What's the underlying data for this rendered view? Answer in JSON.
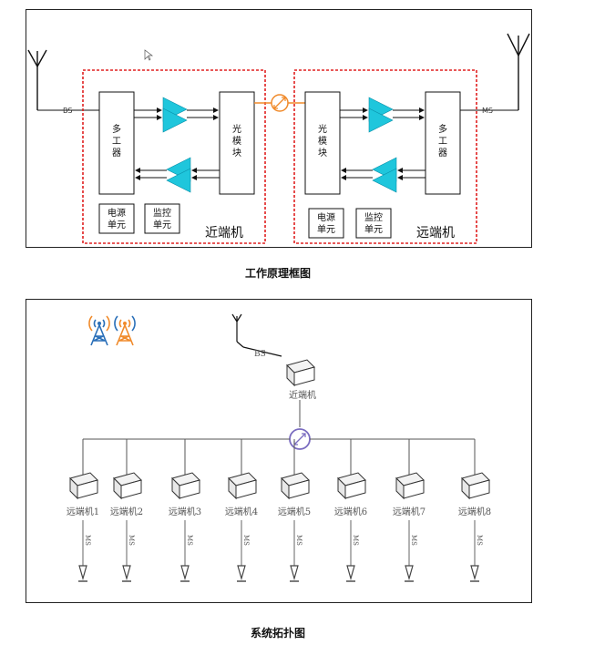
{
  "diagram1": {
    "caption": "工作原理框图",
    "bs_label": "BS",
    "ms_label": "MS",
    "left_unit": {
      "name": "近端机",
      "mux": [
        "多",
        "工",
        "器"
      ],
      "optical": [
        "光",
        "模",
        "块"
      ],
      "power": [
        "电源",
        "单元"
      ],
      "monitor": [
        "监控",
        "单元"
      ]
    },
    "right_unit": {
      "name": "远端机",
      "mux": [
        "多",
        "工",
        "器"
      ],
      "optical": [
        "光",
        "模",
        "块"
      ],
      "power": [
        "电源",
        "单元"
      ],
      "monitor": [
        "监控",
        "单元"
      ]
    },
    "colors": {
      "amp": "#1fc6dc",
      "dashed": "#e02020",
      "fiber": "#f08a2a"
    }
  },
  "diagram2": {
    "caption": "系统拓扑图",
    "bs_label": "BS",
    "near_unit": "近端机",
    "far_units": [
      "远端机1",
      "远端机2",
      "远端机3",
      "远端机4",
      "远端机5",
      "远端机6",
      "远端机7",
      "远端机8"
    ],
    "ms_label": "MS",
    "colors": {
      "tower_blue": "#2a6fb8",
      "tower_orange": "#f08a2a",
      "splitter": "#7a6cc0"
    }
  }
}
